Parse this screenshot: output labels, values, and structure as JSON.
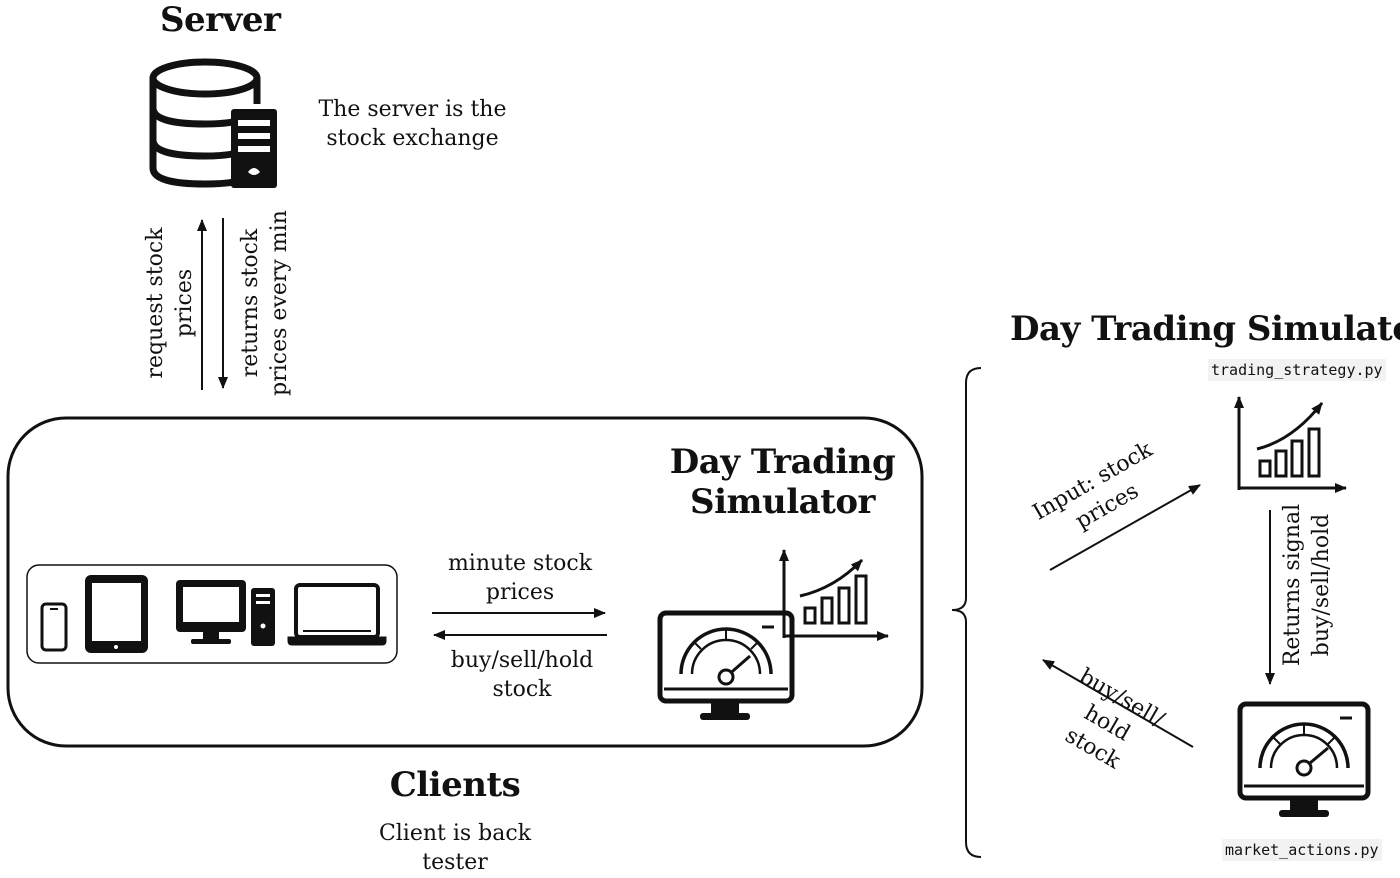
{
  "server": {
    "title": "Server",
    "description_line1": "The server is the",
    "description_line2": "stock exchange",
    "request_line1": "request stock",
    "request_line2": "prices",
    "returns_line1": "returns stock",
    "returns_line2": "prices every min"
  },
  "client_box": {
    "sim_title_line1": "Day Trading",
    "sim_title_line2": "Simulator",
    "minute_line1": "minute stock",
    "minute_line2": "prices",
    "action_line1": "buy/sell/hold",
    "action_line2": "stock"
  },
  "clients": {
    "title": "Clients",
    "description_line1": "Client is back",
    "description_line2": "tester"
  },
  "detail": {
    "title": "Day Trading Simulator",
    "strategy_file": "trading_strategy.py",
    "actions_file": "market_actions.py",
    "input_line1": "Input: stock",
    "input_line2": "prices",
    "signal_line1": "Returns signal",
    "signal_line2": "buy/sell/hold",
    "action_line1": "buy/sell/",
    "action_line2": "hold",
    "action_line3": "stock"
  },
  "icons": [
    "database-icon",
    "server-tower-icon",
    "smartphone-icon",
    "tablet-icon",
    "desktop-icon",
    "laptop-icon",
    "growth-chart-icon",
    "gauge-monitor-icon"
  ]
}
